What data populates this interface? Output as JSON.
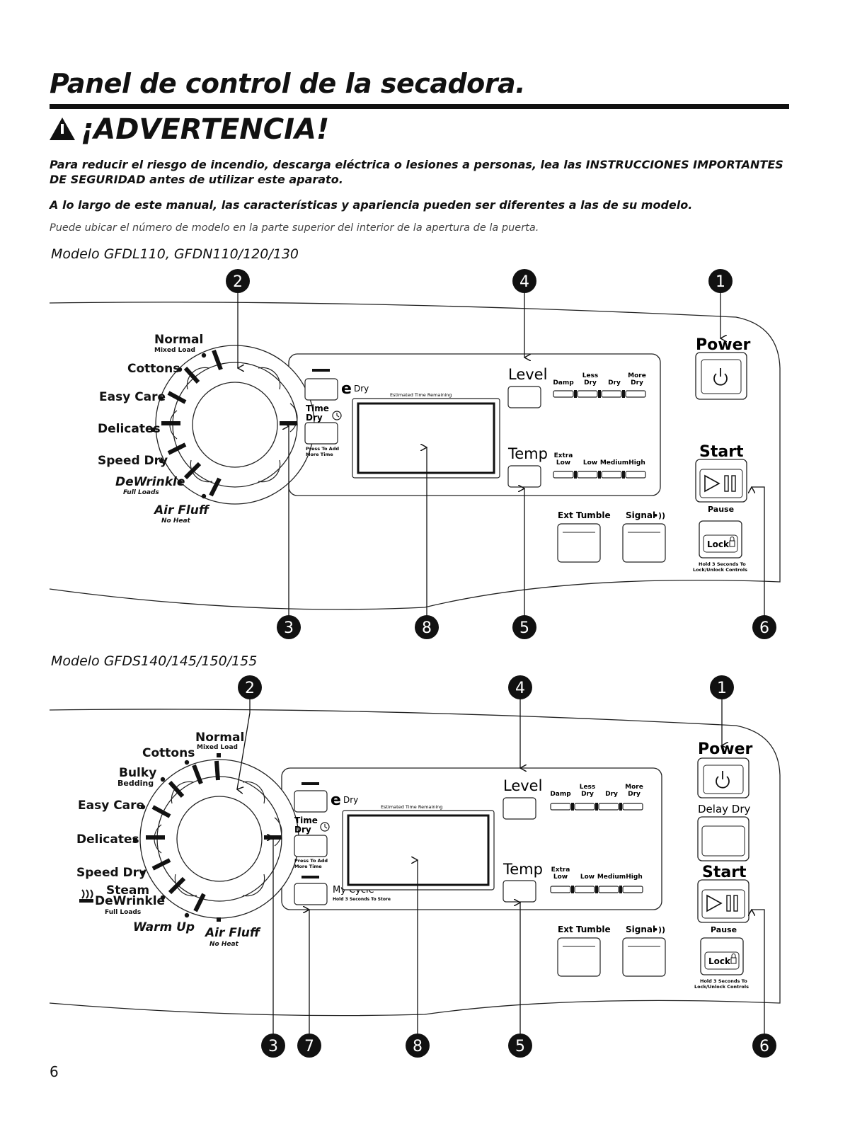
{
  "page_title": "Panel de control de la secadora.",
  "warning": {
    "heading": "¡ADVERTENCIA!",
    "line1": "Para reducir el riesgo de incendio, descarga eléctrica o lesiones a personas, lea las INSTRUCCIONES IMPORTANTES DE SEGURIDAD antes de utilizar este aparato.",
    "line2": "A lo largo de este manual, las características y apariencia pueden ser diferentes a las de su modelo.",
    "line3": "Puede ubicar el número de modelo en la parte superior del interior de la apertura de la puerta."
  },
  "panel1": {
    "model": "Modelo GFDL110, GFDN110/120/130",
    "cycles": {
      "normal": "Normal",
      "normal_sub": "Mixed Load",
      "cottons": "Cottons",
      "easy_care": "Easy Care",
      "delicates": "Delicates",
      "speed_dry": "Speed Dry",
      "dewrinkle": "DeWrinkle",
      "dewrinkle_sub": "Full Loads",
      "air_fluff": "Air Fluff",
      "air_fluff_sub": "No Heat"
    },
    "edry": "Dry",
    "time_dry": [
      "Time",
      "Dry"
    ],
    "press_to_add": [
      "Press To Add",
      "More Time"
    ],
    "estimated": "Estimated Time Remaining",
    "level": "Level",
    "level_opts": [
      [
        "",
        "Damp"
      ],
      [
        "Less",
        "Dry"
      ],
      [
        "",
        "Dry"
      ],
      [
        "More",
        "Dry"
      ]
    ],
    "temp": "Temp",
    "temp_opts": [
      [
        "Extra",
        "Low"
      ],
      [
        "",
        "Low"
      ],
      [
        "",
        "Medium"
      ],
      [
        "",
        "High"
      ]
    ],
    "ext_tumble": "Ext Tumble",
    "signal": "Signal",
    "power": "Power",
    "start": "Start",
    "pause": "Pause",
    "lock": "Lock",
    "lock_hint": [
      "Hold 3 Seconds To",
      "Lock/Unlock Controls"
    ],
    "callouts_top": [
      "2",
      "4",
      "1"
    ],
    "callouts_bottom": [
      "3",
      "8",
      "5",
      "6"
    ]
  },
  "panel2": {
    "model": "Modelo GFDS140/145/150/155",
    "cycles": {
      "normal": "Normal",
      "normal_sub": "Mixed Load",
      "cottons": "Cottons",
      "bulky": "Bulky",
      "bulky_sub": "Bedding",
      "easy_care": "Easy Care",
      "delicates": "Delicates",
      "speed_dry": "Speed Dry",
      "steam": "Steam",
      "dewrinkle": "DeWrinkle",
      "dewrinkle_sub": "Full Loads",
      "warm_up": "Warm Up",
      "air_fluff": "Air Fluff",
      "air_fluff_sub": "No Heat"
    },
    "edry": "Dry",
    "time_dry": [
      "Time",
      "Dry"
    ],
    "press_to_add": [
      "Press To Add",
      "More Time"
    ],
    "my_cycle": "My Cycle",
    "my_cycle_hint": "Hold 3 Seconds To Store",
    "estimated": "Estimated Time Remaining",
    "level": "Level",
    "level_opts": [
      [
        "",
        "Damp"
      ],
      [
        "Less",
        "Dry"
      ],
      [
        "",
        "Dry"
      ],
      [
        "More",
        "Dry"
      ]
    ],
    "temp": "Temp",
    "temp_opts": [
      [
        "Extra",
        "Low"
      ],
      [
        "",
        "Low"
      ],
      [
        "",
        "Medium"
      ],
      [
        "",
        "High"
      ]
    ],
    "ext_tumble": "Ext Tumble",
    "signal": "Signal",
    "power": "Power",
    "delay_dry": "Delay Dry",
    "start": "Start",
    "pause": "Pause",
    "lock": "Lock",
    "lock_hint": [
      "Hold 3 Seconds To",
      "Lock/Unlock Controls"
    ],
    "callouts_top": [
      "2",
      "4",
      "1"
    ],
    "callouts_bottom": [
      "3",
      "7",
      "8",
      "5",
      "6"
    ]
  },
  "page_number": "6"
}
